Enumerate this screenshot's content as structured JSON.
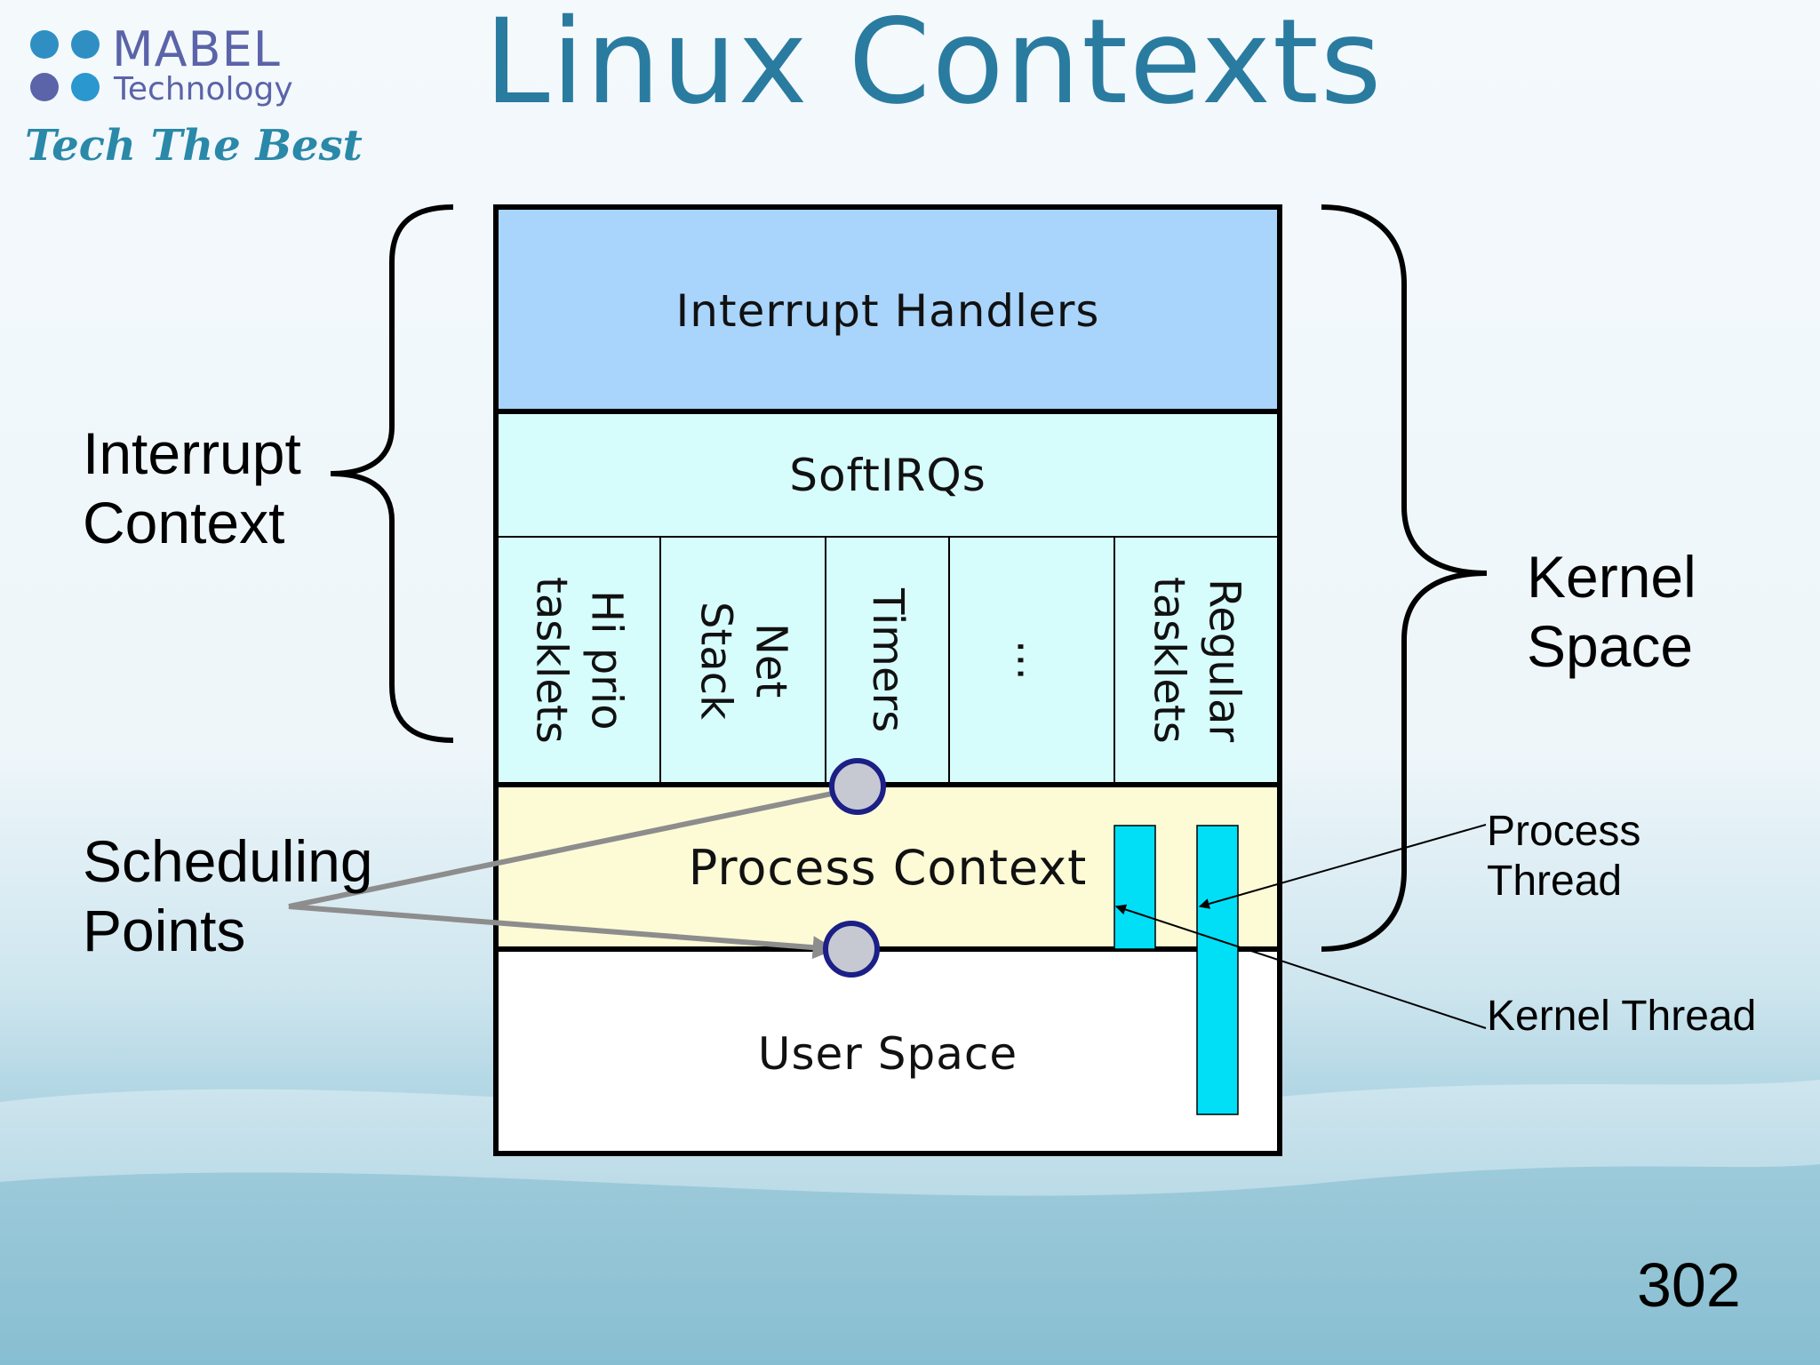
{
  "slide": {
    "title": "Linux Contexts",
    "page_number": "302"
  },
  "logo": {
    "company_line1": "MABEL",
    "company_line2": "Technology",
    "tagline": "Tech The Best",
    "dot_colors": [
      "#2f8fc3",
      "#2f8fc3",
      "#5b64a8",
      "#2a97cf"
    ]
  },
  "diagram": {
    "layers": {
      "interrupt_handlers": "Interrupt Handlers",
      "softirqs": "SoftIRQs",
      "process_context": "Process Context",
      "user_space": "User Space"
    },
    "softirq_cells": [
      "Hi prio\ntasklets",
      "Net\nStack",
      "Timers",
      "...",
      "Regular\ntasklets"
    ],
    "left_labels": {
      "interrupt_context": "Interrupt\nContext",
      "scheduling_points": "Scheduling\nPoints"
    },
    "right_labels": {
      "kernel_space": "Kernel\nSpace",
      "process_thread": "Process\nThread",
      "kernel_thread": "Kernel Thread"
    },
    "colors": {
      "interrupt_handlers": "#a9d4fb",
      "softirqs": "#d7fcfc",
      "process_context": "#fdfbd6",
      "user_space": "#ffffff",
      "thread_bar": "#00dff5",
      "title": "#2a7ba0",
      "scheduling_point_fill": "#c7c9d2",
      "scheduling_point_ring": "#1b1f86"
    }
  }
}
